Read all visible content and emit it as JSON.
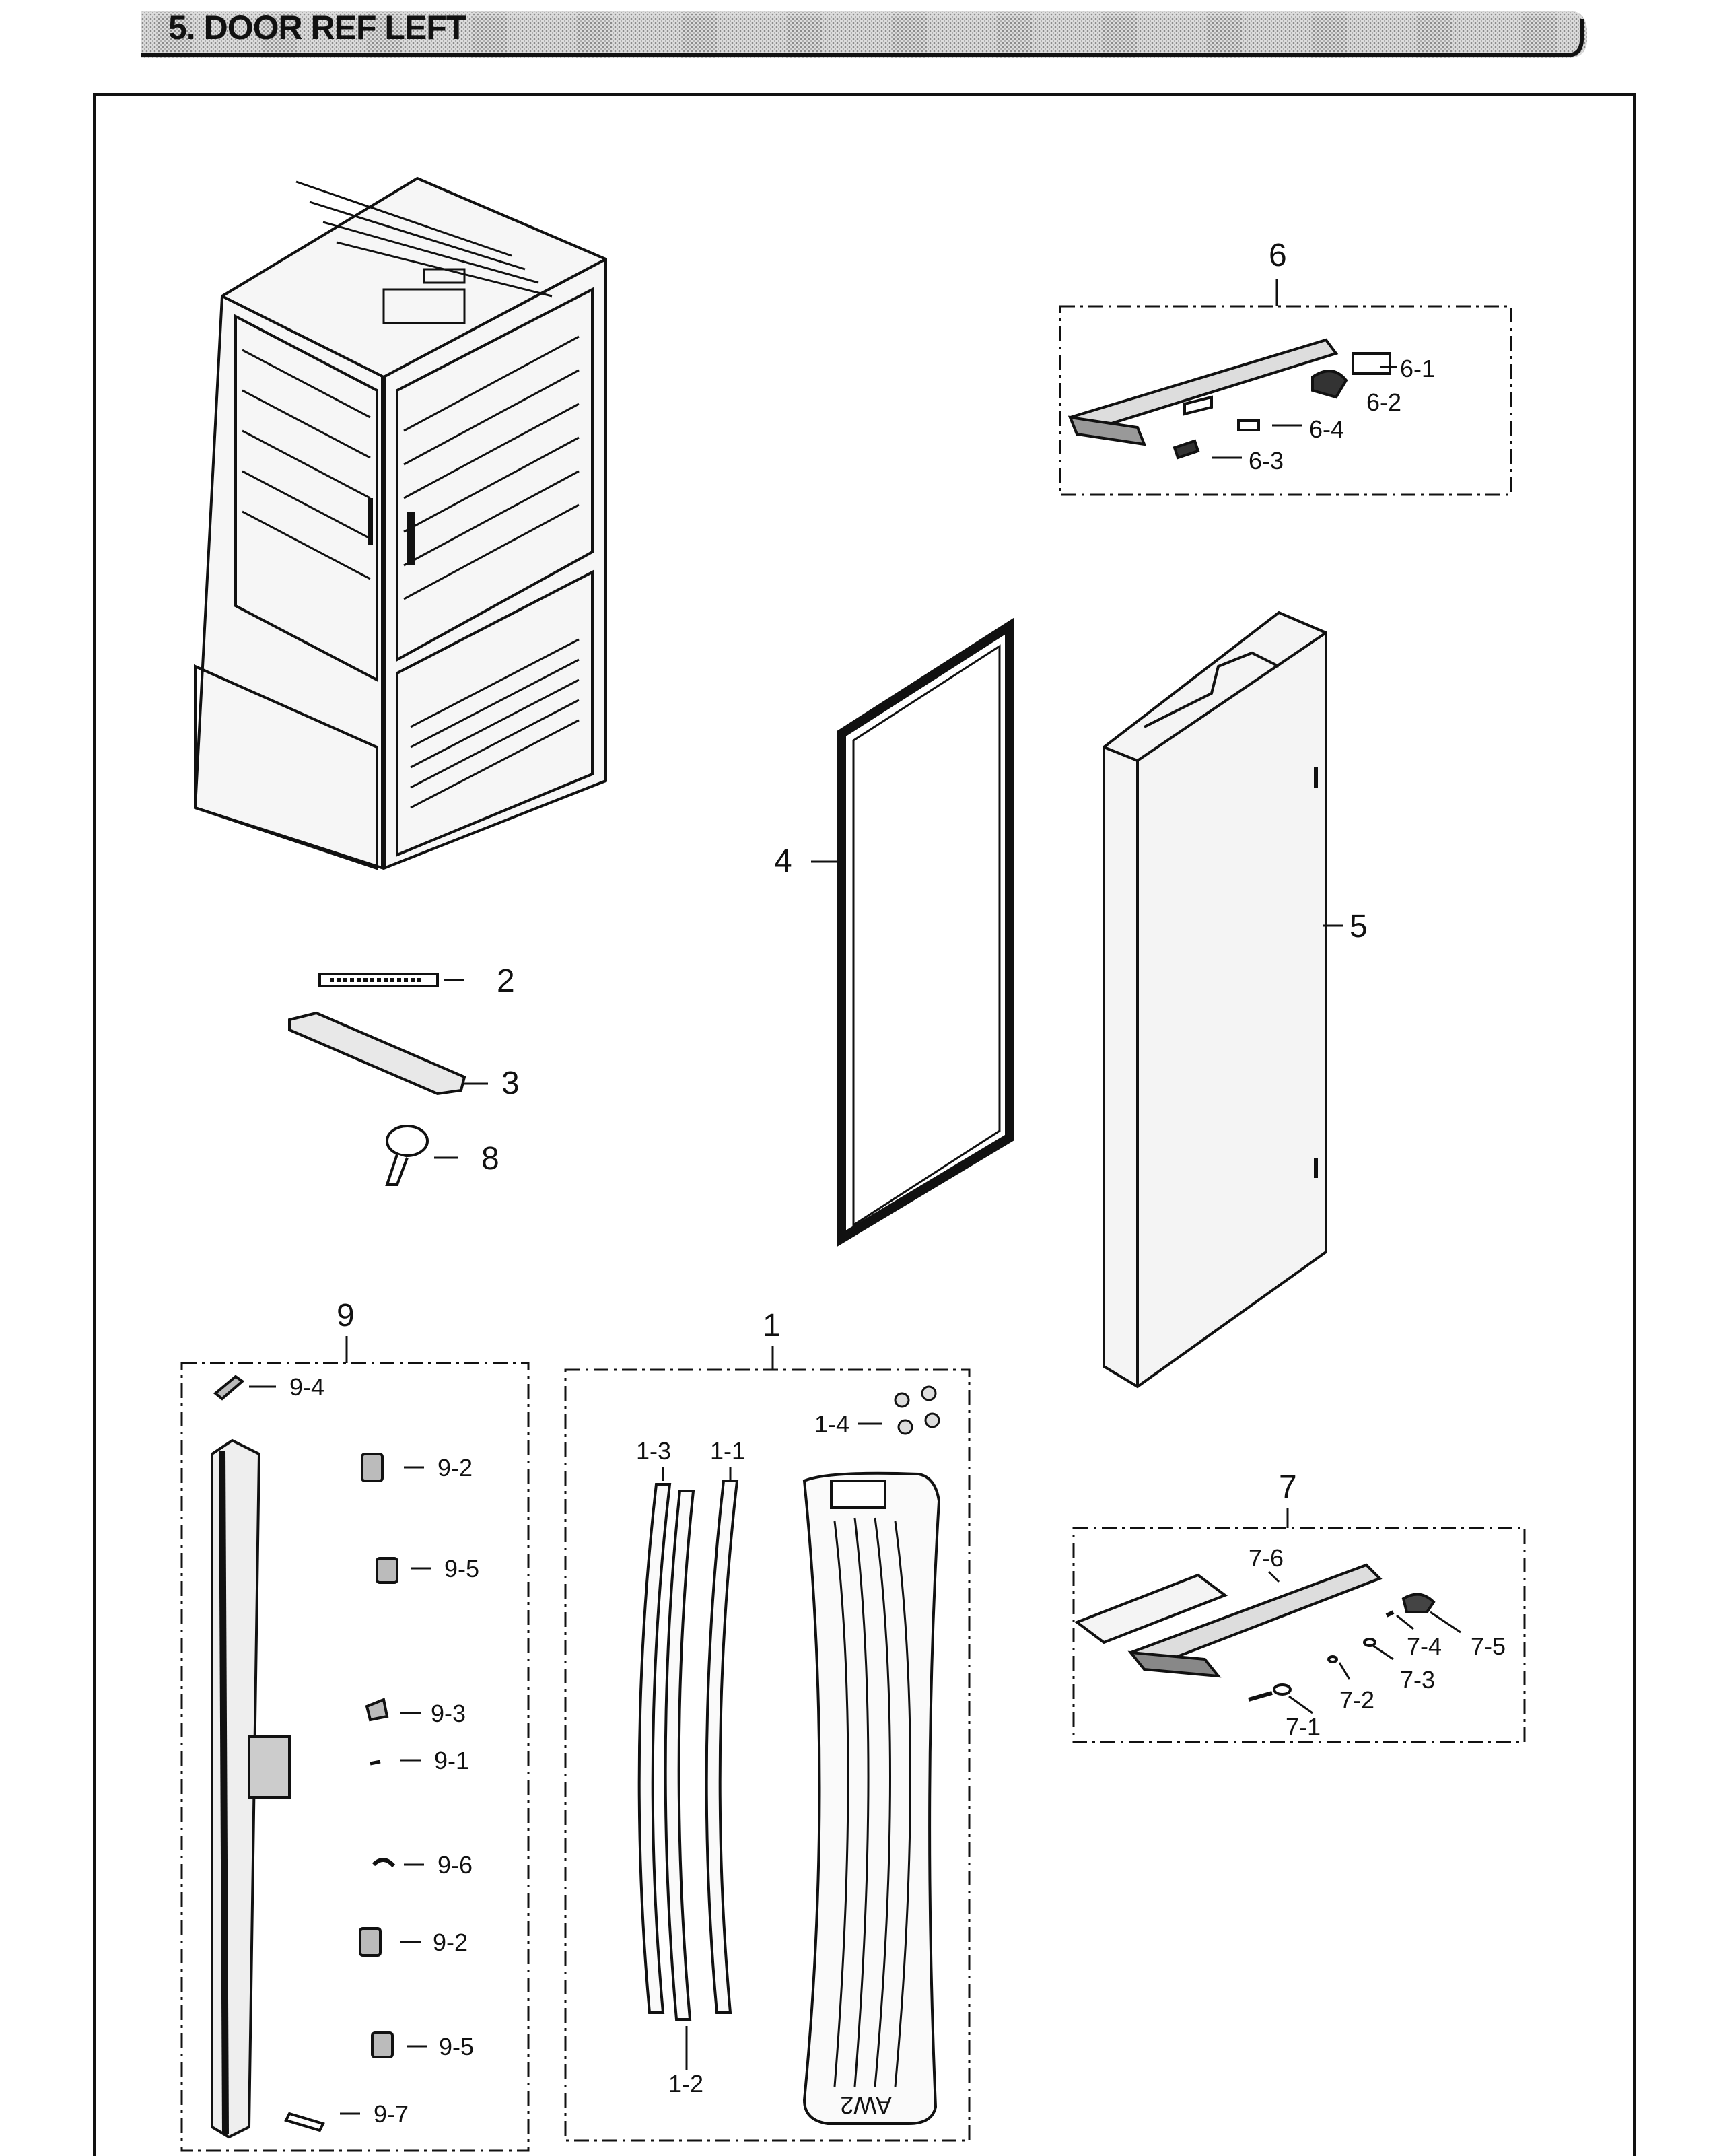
{
  "title": "5. DOOR REF LEFT",
  "colors": {
    "ink": "#111111",
    "header_gray": "#bdbdbd"
  },
  "callouts": {
    "c1": "1",
    "c1_1": "1-1",
    "c1_2": "1-2",
    "c1_3": "1-3",
    "c1_4": "1-4",
    "c2": "2",
    "c3": "3",
    "c4": "4",
    "c5": "5",
    "c6": "6",
    "c6_1": "6-1",
    "c6_2": "6-2",
    "c6_3": "6-3",
    "c6_4": "6-4",
    "c7": "7",
    "c7_1": "7-1",
    "c7_2": "7-2",
    "c7_3": "7-3",
    "c7_4": "7-4",
    "c7_5": "7-5",
    "c7_6": "7-6",
    "c8": "8",
    "c9": "9",
    "c9_1": "9-1",
    "c9_2a": "9-2",
    "c9_2b": "9-2",
    "c9_3": "9-3",
    "c9_4": "9-4",
    "c9_5a": "9-5",
    "c9_5b": "9-5",
    "c9_6": "9-6",
    "c9_7": "9-7"
  },
  "stamp_text": "AW2"
}
